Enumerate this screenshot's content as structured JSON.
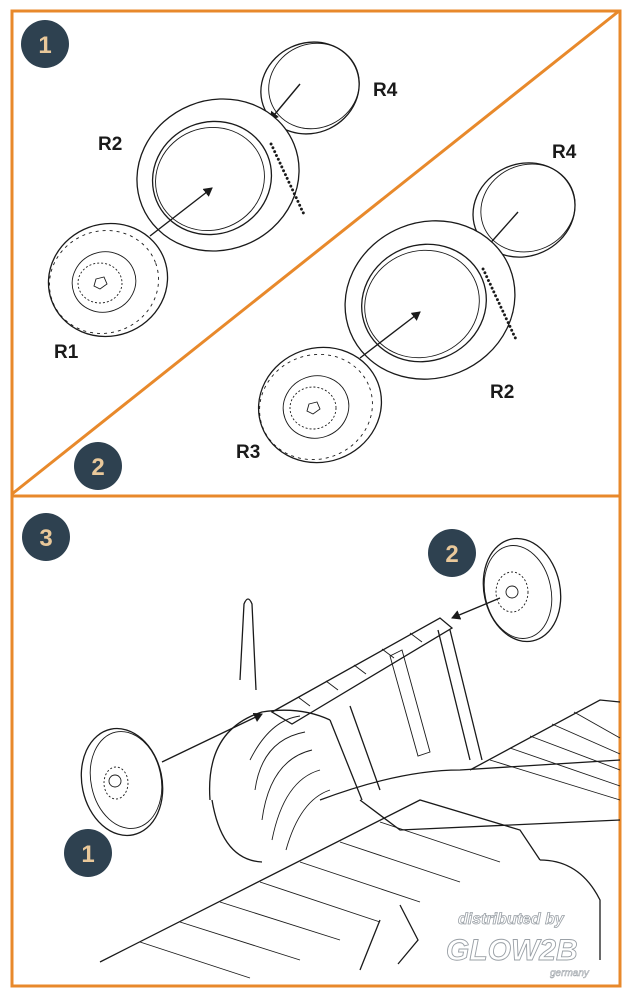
{
  "colors": {
    "frame": "#e8892b",
    "badge_bg": "#2e4150",
    "badge_text": "#e9c89a",
    "ink": "#1a1a1a"
  },
  "steps": {
    "s1": "1",
    "s2": "2",
    "s3": "3",
    "ref1": "1",
    "ref2": "2"
  },
  "parts": {
    "panel1": {
      "r2": "R2",
      "r4": "R4",
      "r1": "R1"
    },
    "panel2": {
      "r4": "R4",
      "r2": "R2",
      "r3": "R3"
    }
  },
  "watermark": {
    "line1": "distributed by",
    "line2": "GLOW2B",
    "line3": "germany"
  }
}
